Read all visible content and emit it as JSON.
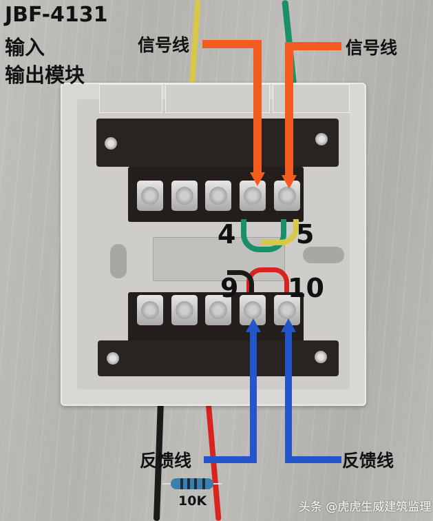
{
  "title": {
    "model": "JBF-4131",
    "line2": "输入",
    "line3": "输出模块"
  },
  "labels": {
    "signal_left": "信号线",
    "signal_right": "信号线",
    "feedback_left": "反馈线",
    "feedback_right": "反馈线",
    "resistor_value": "10K"
  },
  "terminals": {
    "top": [
      "",
      "",
      "",
      "4",
      "5"
    ],
    "bottom": [
      "",
      "",
      "9",
      "10"
    ],
    "num_4": "4",
    "num_5": "5",
    "num_9": "9",
    "num_10": "10"
  },
  "wires": {
    "signal": [
      "yellow",
      "green"
    ],
    "feedback": [
      "black",
      "red"
    ]
  },
  "colors": {
    "signal_arrow": "#f45b1e",
    "feedback_arrow": "#2456c9",
    "wire_yellow": "#d8c846",
    "wire_green": "#1a8f6a",
    "wire_red": "#d8231f",
    "wire_black": "#1c1a19"
  },
  "watermark": "头条 @虎虎生威建筑监理"
}
